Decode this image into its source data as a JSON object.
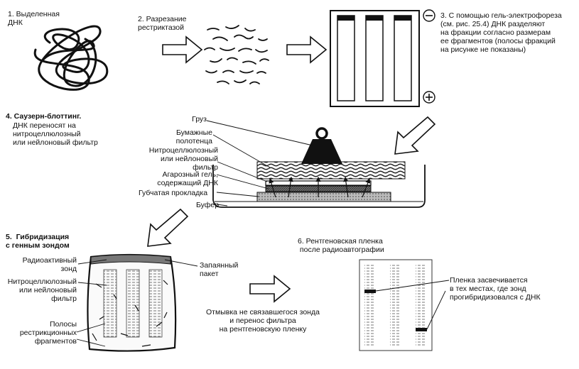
{
  "steps": {
    "s1": {
      "label": "1. Выделенная\nДНК"
    },
    "s2": {
      "label": "2. Разрезание\nрестриктазой"
    },
    "s3": {
      "label": "3. С помощью гель-электрофореза\n(см. рис. 25.4) ДНК разделяют\nна фракции согласно размерам\nее фрагментов (полосы фракций\nна рисунке не показаны)",
      "minus": "−",
      "plus": "+"
    },
    "s4": {
      "title": "4. Саузерн-блоттинг.",
      "text": "ДНК переносят на\nнитроцеллюлозный\nили нейлоновый фильтр",
      "labels": {
        "weight": "Груз",
        "paper": "Бумажные\nполотенца",
        "filter": "Нитроцеллюлозный\nили нейлоновый\nфильтр",
        "gel": "Агарозный гель,\nсодержащий ДНК",
        "sponge": "Губчатая прокладка",
        "buffer": "Буфер"
      }
    },
    "s5": {
      "title": "5.  Гибридизация\nс генным зондом",
      "labels": {
        "probe": "Радиоактивный\nзонд",
        "filter": "Нитроцеллюлозный\nили нейлоновый\nфильтр",
        "bands": "Полосы\nрестрикционных\nфрагментов",
        "bag": "Запаянный\nпакет"
      },
      "wash": "Отмывка не связавшегося зонда\nи перенос фильтра\nна рентгеновскую пленку"
    },
    "s6": {
      "title": "6. Рентгеновская пленка\n после радиоавтографии",
      "note": "Пленка засвечивается\nв тех местах, где зонд\nпрогибридизовался с ДНК"
    }
  }
}
